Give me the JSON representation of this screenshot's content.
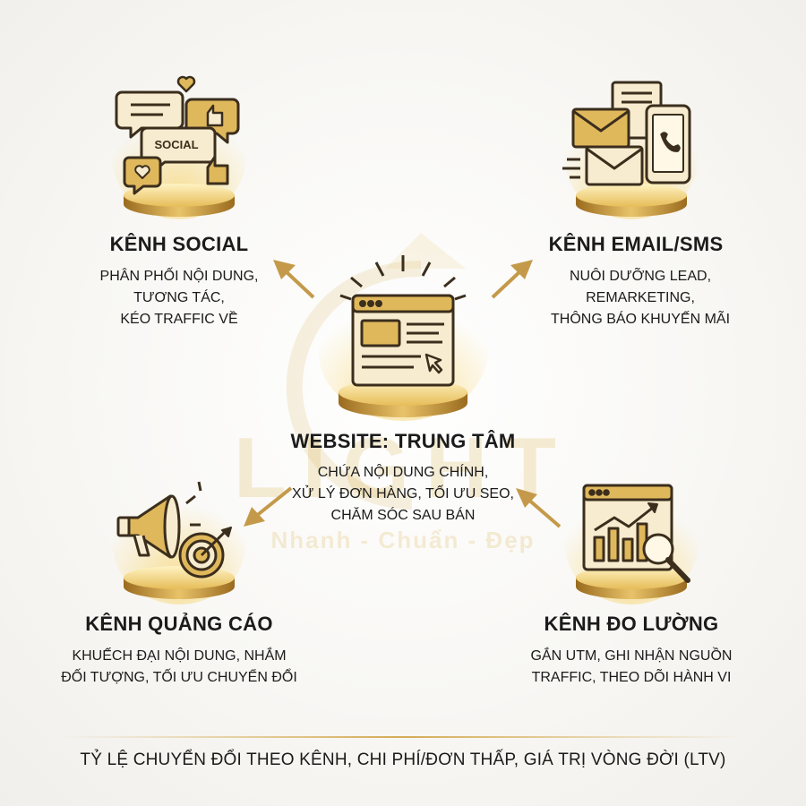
{
  "watermark": {
    "brand": "LIGHT",
    "tagline": "Nhanh - Chuẩn - Đẹp"
  },
  "center": {
    "title": "WEBSITE: TRUNG TÂM",
    "lines": [
      "CHỨA NỘI DUNG CHÍNH,",
      "XỬ LÝ ĐƠN HÀNG, TỐI ƯU SEO,",
      "CHĂM SÓC SAU BÁN"
    ]
  },
  "social": {
    "title": "KÊNH SOCIAL",
    "icon_text": "SOCIAL",
    "lines": [
      "PHÂN PHỐI NỘI DUNG,",
      "TƯƠNG TÁC,",
      "KÉO TRAFFIC VỀ"
    ]
  },
  "email": {
    "title": "KÊNH EMAIL/SMS",
    "lines": [
      "NUÔI DƯỠNG LEAD,",
      "REMARKETING,",
      "THÔNG BÁO KHUYẾN MÃI"
    ]
  },
  "ads": {
    "title": "KÊNH QUẢNG CÁO",
    "lines": [
      "KHUẾCH ĐẠI NỘI DUNG, NHẮM",
      "ĐỐI TƯỢNG, TỐI ƯU CHUYỂN ĐỔI"
    ]
  },
  "measure": {
    "title": "KÊNH ĐO LƯỜNG",
    "lines": [
      "GẮN UTM, GHI NHẬN NGUỒN",
      "TRAFFIC, THEO DÕI HÀNH VI"
    ]
  },
  "footer": {
    "text": "TỶ LỆ CHUYỂN ĐỔI THEO KÊNH, CHI PHÍ/ĐƠN THẤP, GIÁ TRỊ VÒNG ĐỜI (LTV)"
  },
  "colors": {
    "gold": "#c9a043",
    "gold_dark": "#8a6420",
    "gold_light": "#f3dc9b",
    "ink": "#1b1b1b",
    "icon_fill": "#f8ecd0"
  }
}
